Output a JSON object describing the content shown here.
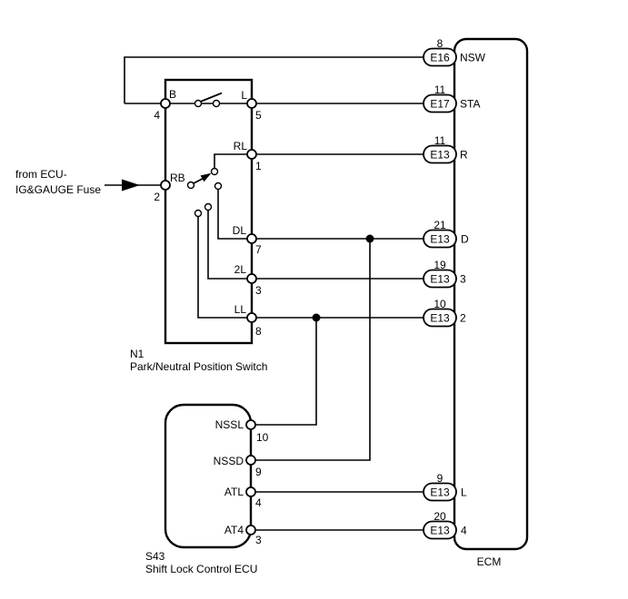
{
  "source_note": {
    "line1": "from ECU-",
    "line2": "IG&GAUGE Fuse"
  },
  "n1": {
    "id": "N1",
    "name": "Park/Neutral Position Switch",
    "terminals": {
      "b": {
        "label": "B",
        "pin": "4"
      },
      "l": {
        "label": "L",
        "pin": "5"
      },
      "rl": {
        "label": "RL",
        "pin": "1"
      },
      "rb": {
        "label": "RB",
        "pin": "2"
      },
      "dl": {
        "label": "DL",
        "pin": "7"
      },
      "2l": {
        "label": "2L",
        "pin": "3"
      },
      "ll": {
        "label": "LL",
        "pin": "8"
      }
    }
  },
  "s43": {
    "id": "S43",
    "name": "Shift Lock Control ECU",
    "terminals": {
      "nssl": {
        "label": "NSSL",
        "pin": "10"
      },
      "nssd": {
        "label": "NSSD",
        "pin": "9"
      },
      "atl": {
        "label": "ATL",
        "pin": "4"
      },
      "at4": {
        "label": "AT4",
        "pin": "3"
      }
    }
  },
  "ecm": {
    "name": "ECM",
    "connectors": [
      {
        "pin": "8",
        "code": "E16",
        "signal": "NSW"
      },
      {
        "pin": "11",
        "code": "E17",
        "signal": "STA"
      },
      {
        "pin": "11",
        "code": "E13",
        "signal": "R"
      },
      {
        "pin": "21",
        "code": "E13",
        "signal": "D"
      },
      {
        "pin": "19",
        "code": "E13",
        "signal": "3"
      },
      {
        "pin": "10",
        "code": "E13",
        "signal": "2"
      },
      {
        "pin": "9",
        "code": "E13",
        "signal": "L"
      },
      {
        "pin": "20",
        "code": "E13",
        "signal": "4"
      }
    ]
  },
  "colors": {
    "line": "#000000",
    "background": "#ffffff"
  }
}
